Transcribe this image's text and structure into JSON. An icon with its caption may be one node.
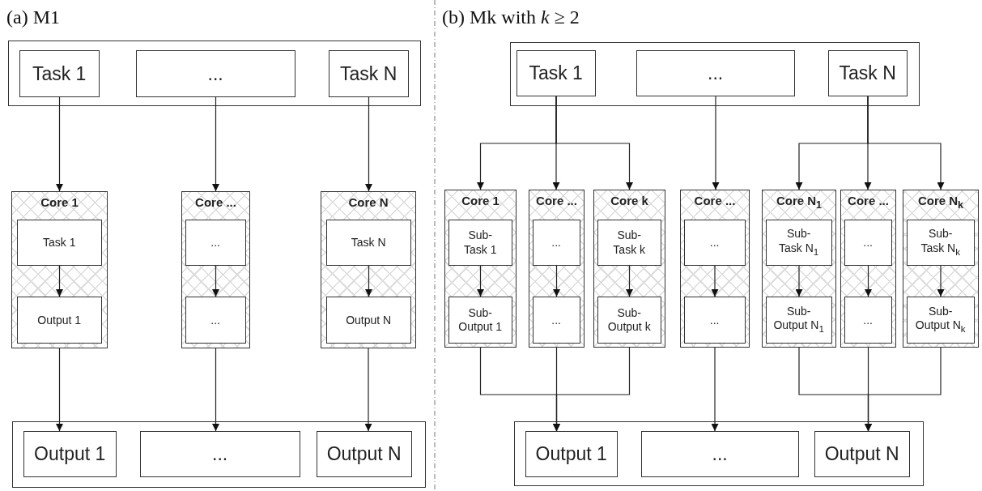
{
  "diagram": {
    "nodes": [
      {
        "text": [],
        "shape": "box"
      },
      {
        "text": [
          "Task 1"
        ],
        "in": 0
      },
      {
        "text": [
          "..."
        ],
        "in": 0
      },
      {
        "text": [
          "Task N"
        ],
        "in": 0
      },
      {
        "text": [
          "Core 1"
        ]
      },
      {
        "text": [
          "Task 1"
        ],
        "in": 4
      },
      {
        "text": [
          "Output 1"
        ],
        "in": 4
      },
      {
        "text": [
          "Core ..."
        ]
      },
      {
        "text": [
          "..."
        ],
        "in": 7
      },
      {
        "text": [
          "..."
        ],
        "in": 7
      },
      {
        "text": [
          "Core N"
        ]
      },
      {
        "text": [
          "Task N"
        ],
        "in": 10
      },
      {
        "text": [
          "Output N"
        ],
        "in": 10
      },
      {
        "text": [],
        "shape": "box"
      },
      {
        "text": [
          "Output 1"
        ],
        "in": 13
      },
      {
        "text": [
          "..."
        ],
        "in": 13
      },
      {
        "text": [
          "Output N"
        ],
        "in": 13
      },
      {
        "text": [],
        "shape": "box"
      },
      {
        "text": [
          "Task 1"
        ],
        "in": 17
      },
      {
        "text": [
          "..."
        ],
        "in": 17
      },
      {
        "text": [
          "Task N"
        ],
        "in": 17
      },
      {
        "text": [
          "Core 1"
        ]
      },
      {
        "text": [
          "Sub- Task 1"
        ],
        "in": 21
      },
      {
        "text": [
          "Sub- Output 1"
        ],
        "in": 21
      },
      {
        "text": [
          "Core ..."
        ]
      },
      {
        "text": [
          "..."
        ],
        "in": 24
      },
      {
        "text": [
          "..."
        ],
        "in": 24
      },
      {
        "text": [
          "Core k"
        ]
      },
      {
        "text": [
          "Sub- Task k"
        ],
        "in": 27
      },
      {
        "text": [
          "Sub- Output k"
        ],
        "in": 27
      },
      {
        "text": [
          "Core ..."
        ]
      },
      {
        "text": [
          "..."
        ],
        "in": 30
      },
      {
        "text": [
          "..."
        ],
        "in": 30
      },
      {
        "text": [
          "Core N$_{1}$"
        ]
      },
      {
        "text": [
          "Sub- Task N$_{1}$"
        ],
        "in": 33
      },
      {
        "text": [
          "Sub- Output N$_{1}$"
        ],
        "in": 33
      },
      {
        "text": [
          "Core ..."
        ]
      },
      {
        "text": [
          "..."
        ],
        "in": 36
      },
      {
        "text": [
          "..."
        ],
        "in": 36
      },
      {
        "text": [
          "Core N$_{k}$"
        ]
      },
      {
        "text": [
          "Sub- Task N$_{k}$"
        ],
        "in": 39
      },
      {
        "text": [
          "Sub- Output N$_{k}$"
        ],
        "in": 39
      },
      {
        "text": [],
        "shape": "box"
      },
      {
        "text": [
          "Output 1"
        ],
        "in": 42
      },
      {
        "text": [
          "..."
        ],
        "in": 42
      },
      {
        "text": [
          "Output N"
        ],
        "in": 42
      }
    ],
    "edges": [
      {
        "from": 1,
        "to": 4,
        "arrow": "to"
      },
      {
        "from": 2,
        "to": 7,
        "arrow": "to"
      },
      {
        "from": 3,
        "to": 10,
        "arrow": "to"
      },
      {
        "from": 5,
        "to": 6,
        "arrow": "to"
      },
      {
        "from": 8,
        "to": 9,
        "arrow": "to"
      },
      {
        "from": 11,
        "to": 12,
        "arrow": "to"
      },
      {
        "from": 4,
        "to": 14,
        "arrow": "to"
      },
      {
        "from": 7,
        "to": 15,
        "arrow": "to"
      },
      {
        "from": 10,
        "to": 16,
        "arrow": "to"
      },
      {
        "from": 18,
        "to": 21,
        "arrow": "to"
      },
      {
        "from": 18,
        "to": 24,
        "arrow": "to"
      },
      {
        "from": 18,
        "to": 27,
        "arrow": "to"
      },
      {
        "from": 19,
        "to": 30,
        "arrow": "to"
      },
      {
        "from": 20,
        "to": 33,
        "arrow": "to"
      },
      {
        "from": 20,
        "to": 36,
        "arrow": "to"
      },
      {
        "from": 20,
        "to": 39,
        "arrow": "to"
      },
      {
        "from": 22,
        "to": 23,
        "arrow": "to"
      },
      {
        "from": 25,
        "to": 26,
        "arrow": "to"
      },
      {
        "from": 28,
        "to": 29,
        "arrow": "to"
      },
      {
        "from": 31,
        "to": 32,
        "arrow": "to"
      },
      {
        "from": 34,
        "to": 35,
        "arrow": "to"
      },
      {
        "from": 37,
        "to": 38,
        "arrow": "to"
      },
      {
        "from": 40,
        "to": 41,
        "arrow": "to"
      },
      {
        "from": 21,
        "to": 43,
        "arrow": "to"
      },
      {
        "from": 24,
        "to": 43,
        "arrow": "to"
      },
      {
        "from": 27,
        "to": 43,
        "arrow": "to"
      },
      {
        "from": 30,
        "to": 44,
        "arrow": "to"
      },
      {
        "from": 33,
        "to": 45,
        "arrow": "to"
      },
      {
        "from": 36,
        "to": 45,
        "arrow": "to"
      },
      {
        "from": 39,
        "to": 45,
        "arrow": "to"
      }
    ],
    "labels": [
      "(a) M1",
      "(b) Mk with *k* ≥ 2"
    ]
  }
}
